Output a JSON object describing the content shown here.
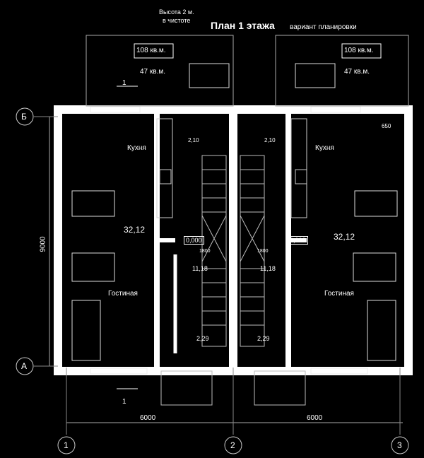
{
  "title": "План 1 этажа",
  "subtitle": "вариант планировки",
  "ceiling_note": [
    "Высота 2 м.",
    "в чистоте"
  ],
  "area_left": {
    "total": "108 кв.м.",
    "plot": "47 кв.м."
  },
  "area_right": {
    "total": "108 кв.м.",
    "plot": "47 кв.м."
  },
  "axes": {
    "rows": [
      "Б",
      "А"
    ],
    "cols": [
      "1",
      "2",
      "3"
    ]
  },
  "dims": {
    "height": "9000",
    "span_left": "6000",
    "span_right": "6000",
    "wall_650": "650"
  },
  "section_mark": "1",
  "rooms": {
    "kitchen": "Кухня",
    "living": "Гостиная"
  },
  "areas": {
    "main": "32,12",
    "stair": "11,18",
    "bath": "2,29",
    "small": "2,10",
    "elevation": "0,000"
  },
  "stair_width": "1800"
}
